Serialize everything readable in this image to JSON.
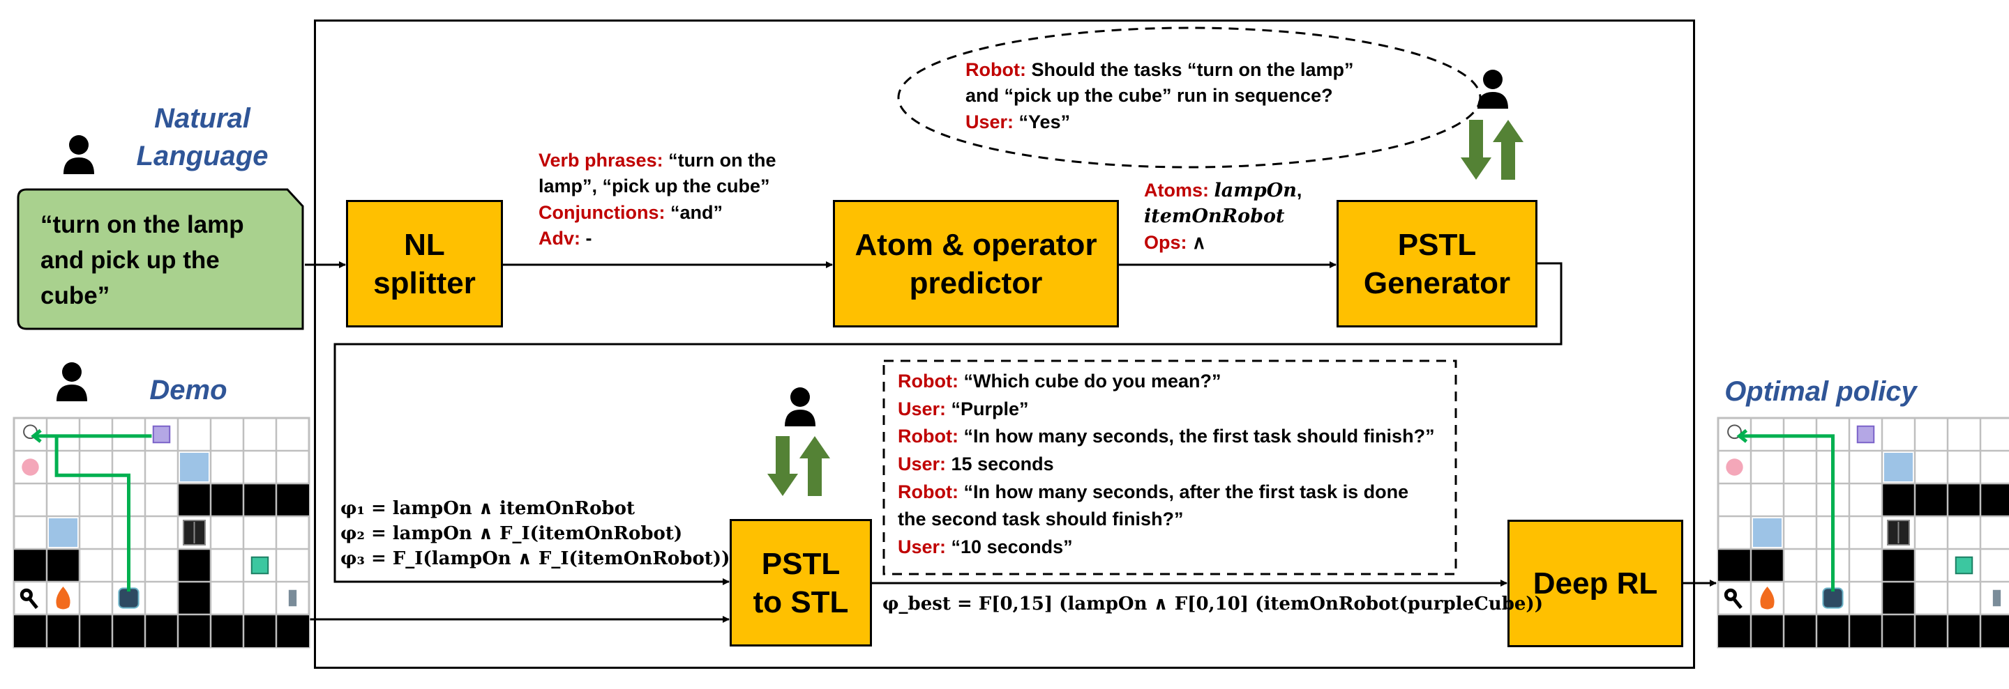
{
  "input": {
    "natural_language_title": [
      "Natural",
      "Language"
    ],
    "nl_command": [
      "“turn on the lamp",
      "and pick up the",
      "cube”"
    ],
    "demo_title": "Demo"
  },
  "output": {
    "title": "Optimal policy"
  },
  "blocks": {
    "nl_splitter": [
      "NL",
      "splitter"
    ],
    "atom_predictor": [
      "Atom & operator",
      "predictor"
    ],
    "pstl_generator": [
      "PSTL",
      "Generator"
    ],
    "pstl_to_stl": [
      "PSTL",
      "to STL"
    ],
    "deep_rl": "Deep RL"
  },
  "splitter_output": {
    "verb_label": "Verb phrases:",
    "verb_value_1": " “turn on the",
    "verb_value_2": "lamp”, “pick up the cube”",
    "conj_label": "Conjunctions:",
    "conj_value": " “and”",
    "adv_label": "Adv:",
    "adv_value": " -"
  },
  "predictor_output": {
    "atoms_label": "Atoms:",
    "atom_1": "lampOn",
    "atom_sep": ",",
    "atom_2": "itemOnRobot",
    "ops_label": "Ops:",
    "ops_value": " ∧"
  },
  "dialog_top": [
    {
      "speaker": "Robot:",
      "text": " Should the tasks “turn on the lamp”"
    },
    {
      "speaker": "",
      "text": "and “pick up the cube” run in sequence?"
    },
    {
      "speaker": "User:",
      "text": " “Yes”"
    }
  ],
  "dialog_bottom": [
    {
      "speaker": "Robot:",
      "text": " “Which cube do you mean?”"
    },
    {
      "speaker": "User:",
      "text": " “Purple”"
    },
    {
      "speaker": "Robot:",
      "text": " “In how many seconds, the first task should finish?”"
    },
    {
      "speaker": "User:",
      "text": " 15 seconds"
    },
    {
      "speaker": "Robot:",
      "text": " “In how many seconds, after the first task is done"
    },
    {
      "speaker": "",
      "text": "the second task should finish?”"
    },
    {
      "speaker": "User:",
      "text": " “10 seconds”"
    }
  ],
  "formulas": {
    "phi1": "φ₁ = lampOn ∧ itemOnRobot",
    "phi2": "φ₂ = lampOn ∧ F_I(itemOnRobot)",
    "phi3": "φ₃ = F_I(lampOn ∧ F_I(itemOnRobot))",
    "phi_best": "φ_best = F[0,15] (lampOn ∧ F[0,10] (itemOnRobot(purpleCube))"
  },
  "colors": {
    "block": "#FFC000",
    "nl_box": "#A9D18E",
    "arrow_green": "#548235",
    "title_blue": "#2F5597",
    "speaker_red": "#C00000",
    "grid_line": "#BFBFBF",
    "light_cell": "#9DC3E6",
    "wall": "#000000",
    "path": "#00B050",
    "cube": "#B4A7E5"
  },
  "icons": [
    "person-icon",
    "lamp-icon",
    "pig-icon",
    "key-icon",
    "fire-icon",
    "robot-icon",
    "door-icon",
    "green-cube-icon",
    "purple-cube-icon",
    "small-robot-icon"
  ],
  "grid": {
    "cols": 9,
    "rows": 7,
    "walls": [
      [
        5,
        2
      ],
      [
        6,
        2
      ],
      [
        7,
        2
      ],
      [
        8,
        2
      ],
      [
        0,
        4
      ],
      [
        1,
        4
      ],
      [
        5,
        4
      ],
      [
        5,
        5
      ],
      [
        0,
        6
      ],
      [
        1,
        6
      ],
      [
        2,
        6
      ],
      [
        3,
        6
      ],
      [
        4,
        6
      ],
      [
        5,
        6
      ],
      [
        6,
        6
      ],
      [
        7,
        6
      ],
      [
        8,
        6
      ]
    ],
    "light_cells": [
      [
        5,
        1
      ],
      [
        1,
        3
      ]
    ]
  }
}
